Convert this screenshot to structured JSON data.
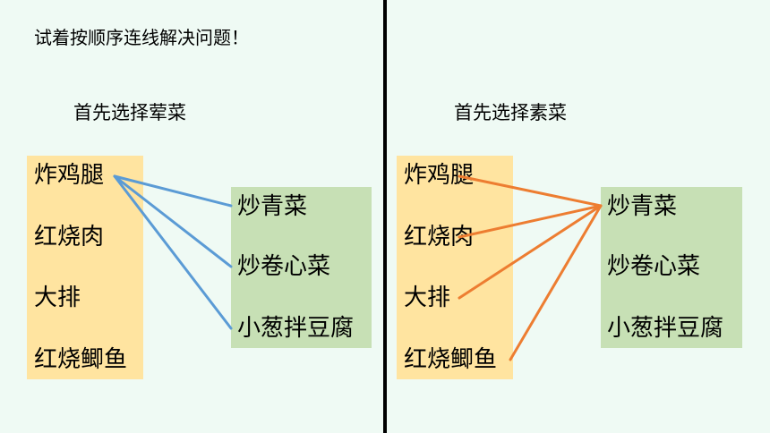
{
  "instruction": "试着按顺序连线解决问题！",
  "left_panel": {
    "subtitle": "首先选择荤菜",
    "meat_items": [
      "炸鸡腿",
      "红烧肉",
      "大排",
      "红烧鲫鱼"
    ],
    "veg_items": [
      "炒青菜",
      "炒卷心菜",
      "小葱拌豆腐"
    ],
    "line_color": "#5b9bd5",
    "connections": [
      {
        "from": "炸鸡腿",
        "to": "炒青菜"
      },
      {
        "from": "炸鸡腿",
        "to": "炒卷心菜"
      },
      {
        "from": "炸鸡腿",
        "to": "小葱拌豆腐"
      }
    ]
  },
  "right_panel": {
    "subtitle": "首先选择素菜",
    "meat_items": [
      "炸鸡腿",
      "红烧肉",
      "大排",
      "红烧鲫鱼"
    ],
    "veg_items": [
      "炒青菜",
      "炒卷心菜",
      "小葱拌豆腐"
    ],
    "line_color": "#ed7d31",
    "connections": [
      {
        "from": "炸鸡腿",
        "to": "炒青菜"
      },
      {
        "from": "红烧肉",
        "to": "炒青菜"
      },
      {
        "from": "大排",
        "to": "炒青菜"
      },
      {
        "from": "红烧鲫鱼",
        "to": "炒青菜"
      }
    ]
  },
  "colors": {
    "background": "#effaf4",
    "meat_box": "#ffe4a0",
    "veg_box": "#c7e0b5",
    "divider": "#000000"
  }
}
